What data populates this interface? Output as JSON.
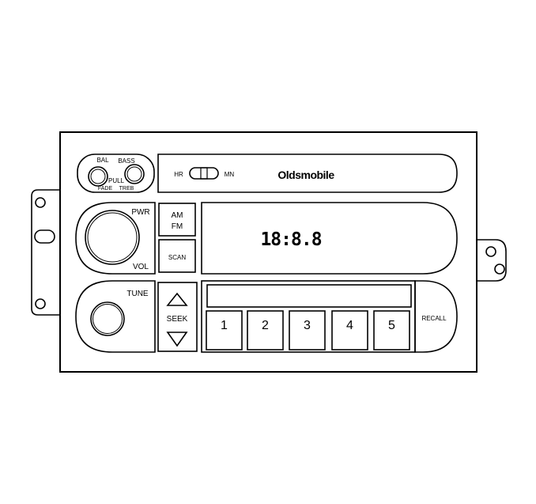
{
  "brand": "Oldsmobile",
  "knobs": {
    "bal": "BAL",
    "bass": "BASS",
    "pull": "PULL",
    "fade": "FADE",
    "treb": "TREB",
    "pwr": "PWR",
    "vol": "VOL",
    "tune": "TUNE"
  },
  "switch": {
    "left": "HR",
    "right": "MN"
  },
  "buttons": {
    "am": "AM",
    "fm": "FM",
    "scan": "SCAN",
    "seek": "SEEK",
    "recall": "RECALL"
  },
  "display": {
    "readout": "18:8.8"
  },
  "presets": [
    "1",
    "2",
    "3",
    "4",
    "5"
  ],
  "colors": {
    "line": "#000000",
    "fill": "#ffffff"
  }
}
